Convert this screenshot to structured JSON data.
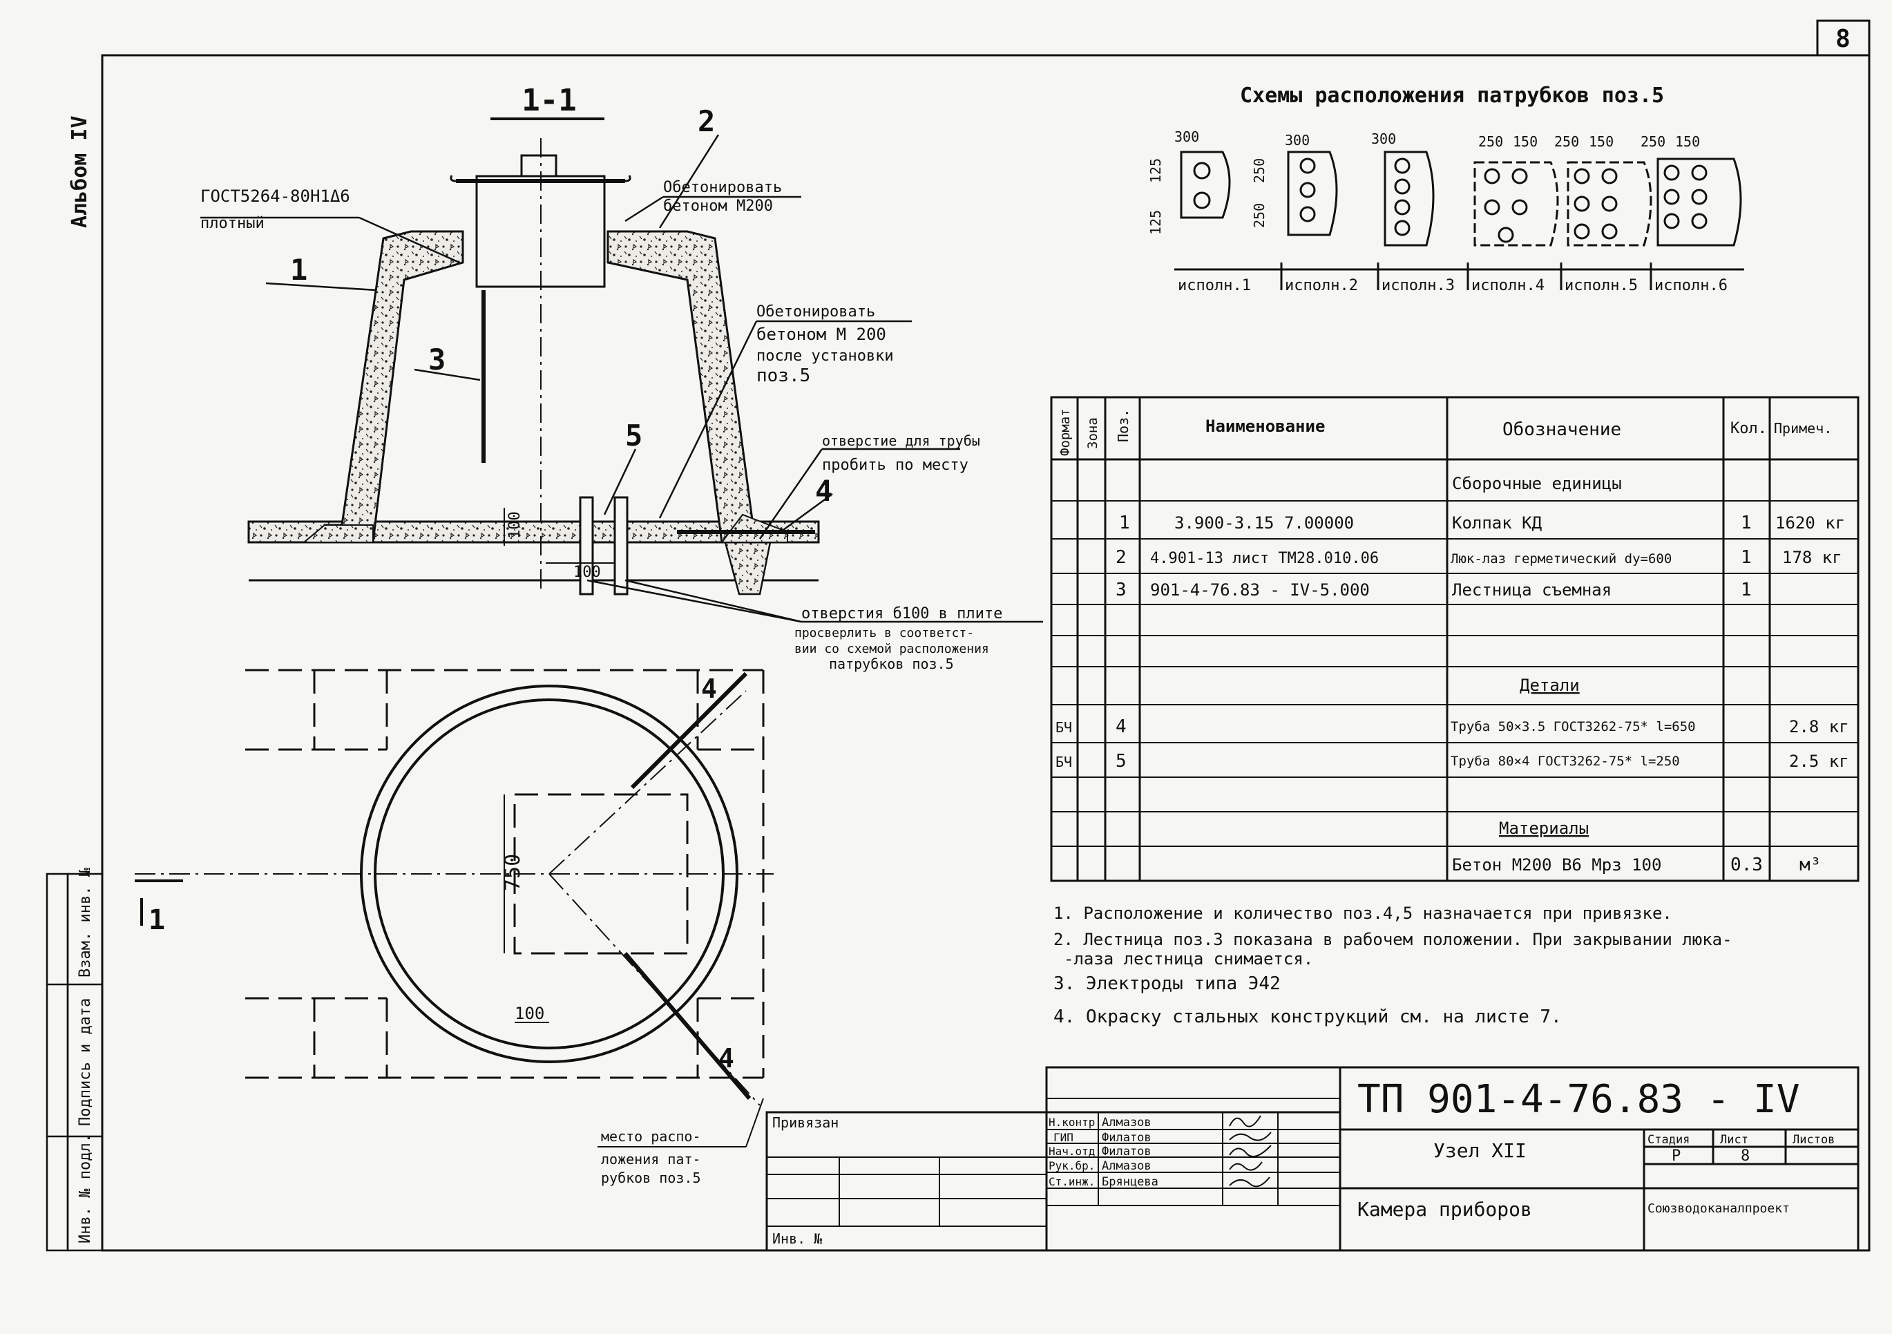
{
  "sheet_number": "8",
  "album": "Альбом IV",
  "section": {
    "title": "1-1",
    "leaders": [
      "1",
      "2",
      "3",
      "4",
      "5"
    ],
    "notes": [
      "ГОСТ5264-80Н1Δ6",
      "плотный",
      "Обетонировать",
      "бетоном М200",
      "Обетонировать",
      "бетоном М 200",
      "после установки",
      "поз.5",
      "отверстие для трубы",
      "пробить по месту",
      "отверстия б100 в плите",
      "просверлить в соответст-",
      "вии со схемой расположения",
      "патрубков поз.5"
    ],
    "dims": [
      "100",
      "100"
    ]
  },
  "schemes": {
    "title": "Схемы расположения патрубков поз.5",
    "variants": [
      "исполн.1",
      "исполн.2",
      "исполн.3",
      "исполн.4",
      "исполн.5",
      "исполн.6"
    ],
    "dims": [
      "300",
      "300",
      "300",
      "250",
      "150",
      "250",
      "150",
      "250",
      "150",
      "125",
      "125",
      "250",
      "250"
    ]
  },
  "plan": {
    "section_mark": "1",
    "dims": [
      "750",
      "100"
    ],
    "leaders": [
      "4",
      "4"
    ],
    "note": [
      "место распо-",
      "ложения пат-",
      "рубков поз.5"
    ]
  },
  "spec_table": {
    "headers": [
      "Формат",
      "Зона",
      "Поз.",
      "Наименование",
      "Обозначение",
      "Кол.",
      "Примеч."
    ],
    "rows": [
      {
        "format": "",
        "zone": "",
        "pos": "",
        "name": "",
        "designation": "Сборочные единицы",
        "qty": "",
        "note": ""
      },
      {
        "format": "",
        "zone": "",
        "pos": "1",
        "name": "3.900-3.15   7.00000",
        "designation": "Колпак КД",
        "qty": "1",
        "note": "1620 кг"
      },
      {
        "format": "",
        "zone": "",
        "pos": "2",
        "name": "4.901-13 лист ТМ28.010.06",
        "designation": "Люк-лаз герметический dу=600",
        "qty": "1",
        "note": "178 кг"
      },
      {
        "format": "",
        "zone": "",
        "pos": "3",
        "name": "901-4-76.83 - IV-5.000",
        "designation": "Лестница съемная",
        "qty": "1",
        "note": ""
      },
      {
        "format": "",
        "zone": "",
        "pos": "",
        "name": "",
        "designation": "",
        "qty": "",
        "note": ""
      },
      {
        "format": "",
        "zone": "",
        "pos": "",
        "name": "",
        "designation": "Детали",
        "qty": "",
        "note": ""
      },
      {
        "format": "БЧ",
        "zone": "",
        "pos": "4",
        "name": "",
        "designation": "Труба 50×3.5 ГОСТ3262-75* l=650",
        "qty": "",
        "note": "2.8 кг"
      },
      {
        "format": "БЧ",
        "zone": "",
        "pos": "5",
        "name": "",
        "designation": "Труба 80×4 ГОСТ3262-75* l=250",
        "qty": "",
        "note": "2.5 кг"
      },
      {
        "format": "",
        "zone": "",
        "pos": "",
        "name": "",
        "designation": "",
        "qty": "",
        "note": ""
      },
      {
        "format": "",
        "zone": "",
        "pos": "",
        "name": "",
        "designation": "Материалы",
        "qty": "",
        "note": ""
      },
      {
        "format": "",
        "zone": "",
        "pos": "",
        "name": "",
        "designation": "Бетон М200 В6 Мрз 100",
        "qty": "0.3",
        "note": "м³"
      }
    ]
  },
  "general_notes": [
    "1. Расположение и количество поз.4,5 назначается при привязке.",
    "2. Лестница поз.3 показана в рабочем положении. При закрывании люка-",
    "-лаза лестница снимается.",
    "3. Электроды типа Э42",
    "4. Окраску стальных конструкций см. на листе 7."
  ],
  "title_block": {
    "code": "ТП 901-4-76.83 - IV",
    "node": "Узел XII",
    "name": "Камера приборов",
    "org": "Союзводоканалпроект",
    "stage_label": "Стадия",
    "sheet_label": "Лист",
    "sheets_label": "Листов",
    "stage": "Р",
    "sheet": "8",
    "binding": "Привязан",
    "inv": "Инв. №",
    "signatures": [
      {
        "role": "Н.контр.",
        "name": "Алмазов"
      },
      {
        "role": "ГИП",
        "name": "Филатов"
      },
      {
        "role": "Нач.отд.",
        "name": "Филатов"
      },
      {
        "role": "Рук.бр.",
        "name": "Алмазов"
      },
      {
        "role": "Ст.инж.",
        "name": "Брянцева"
      }
    ]
  },
  "side_stamp": [
    "Взам. инв. №",
    "Подпись и дата",
    "Инв. № подл."
  ]
}
